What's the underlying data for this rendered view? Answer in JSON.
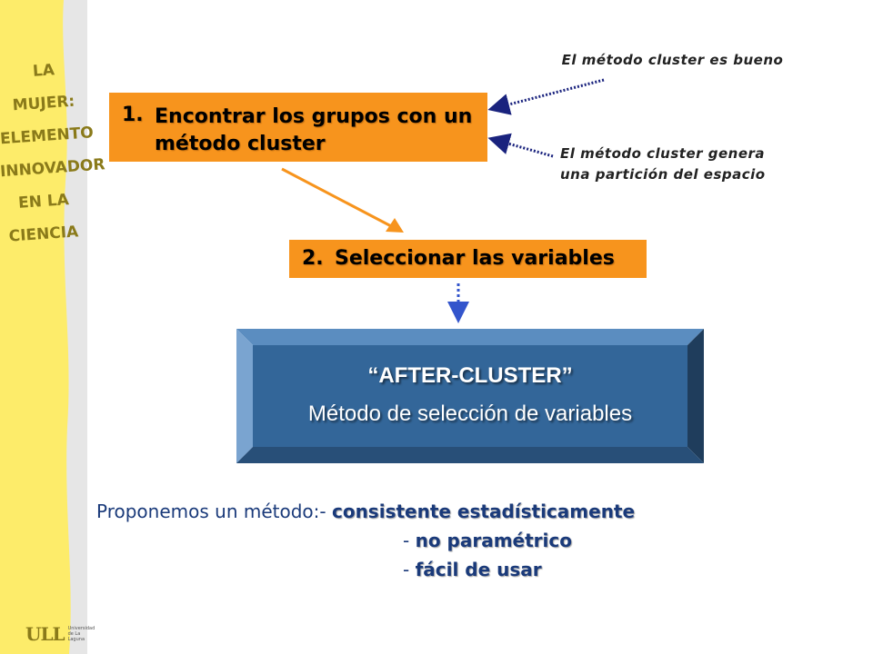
{
  "sidebar": {
    "lines": [
      "LA",
      "MUJER:",
      "ELEMENTO",
      "INNOVADOR",
      "EN LA",
      "CIENCIA"
    ],
    "logo_mark": "ULL",
    "logo_text": "Universidad de La Laguna"
  },
  "step1": {
    "number": "1.",
    "text": "Encontrar los grupos con un método cluster"
  },
  "step2": {
    "number": "2.",
    "text": "Seleccionar las variables"
  },
  "notes": {
    "note1": "El método cluster es bueno",
    "note2_line1": "El método cluster genera",
    "note2_line2": "una partición del espacio"
  },
  "method_box": {
    "title": "“AFTER-CLUSTER”",
    "subtitle": "Método de selección de variables"
  },
  "proposal": {
    "lead": "Proponemos un método:- ",
    "item1": "consistente estadísticamente",
    "dash": "- ",
    "item2": "no paramétrico",
    "item3": "fácil de usar"
  },
  "colors": {
    "orange": "#f7941d",
    "blue_box": "#336699",
    "sidebar_yellow": "#fdec6a",
    "text_blue": "#1a3a7a"
  }
}
